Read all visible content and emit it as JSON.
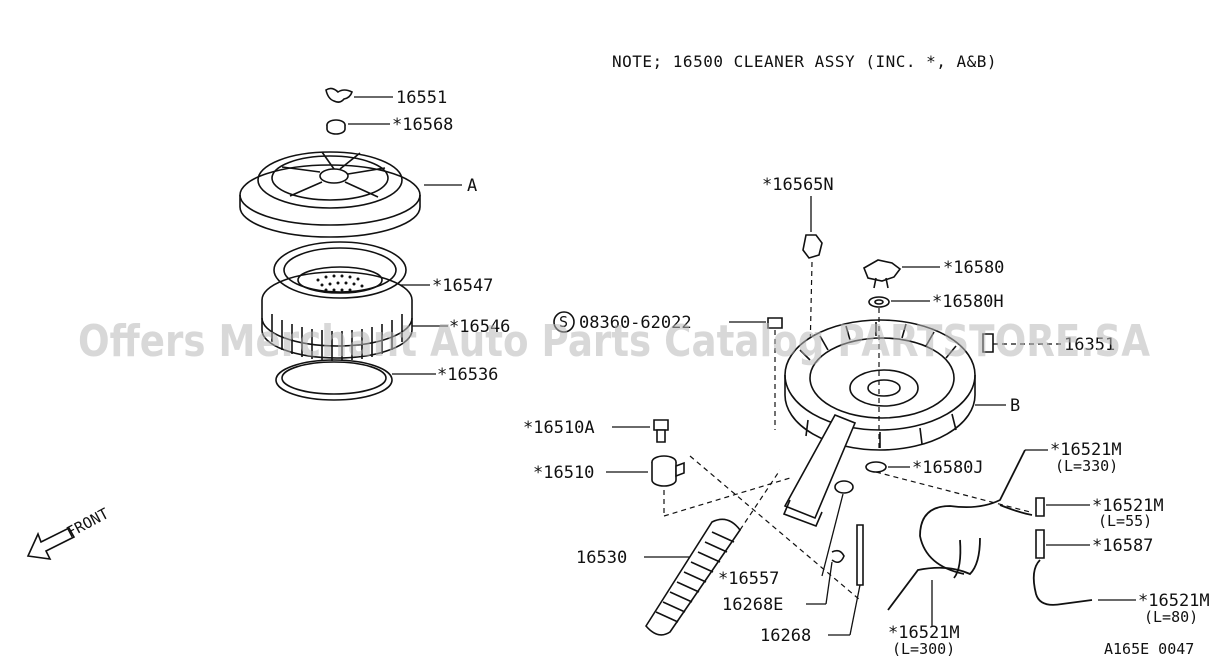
{
  "note": "NOTE; 16500 CLEANER ASSY (INC. *, A&B)",
  "watermark": "Offers Merchant Auto Parts Catalog PARTSTORE.SA",
  "diagram_code": "A165E 0047",
  "front_label": "FRONT",
  "parts": {
    "p16551": "16551",
    "p16568": "*16568",
    "pA": "A",
    "p16547": "*16547",
    "p16546": "*16546",
    "p16536": "*16536",
    "p16565N": "*16565N",
    "p16580": "*16580",
    "p16580H": "*16580H",
    "p08360": "08360-62022",
    "p08360_prefix": "S",
    "p16351": "16351",
    "pB": "B",
    "p16510A": "*16510A",
    "p16510": "*16510",
    "p16521M_330": "*16521M",
    "p16521M_330_len": "(L=330)",
    "p16580J": "*16580J",
    "p16521M_55": "*16521M",
    "p16521M_55_len": "(L=55)",
    "p16530": "16530",
    "p16587": "*16587",
    "p16557": "*16557",
    "p16268E": "16268E",
    "p16268": "16268",
    "p16521M_300": "*16521M",
    "p16521M_300_len": "(L=300)",
    "p16521M_80": "*16521M",
    "p16521M_80_len": "(L=80)"
  }
}
